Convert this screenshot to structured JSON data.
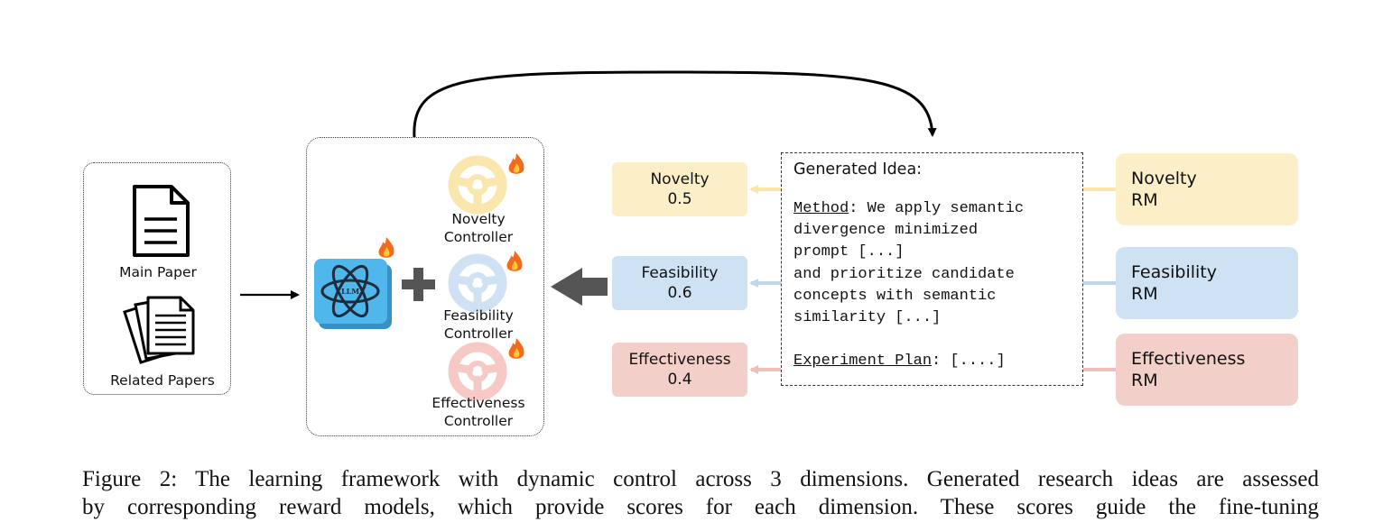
{
  "colors": {
    "novelty": "#fcefc8",
    "feasibility": "#cfe2f3",
    "effectiveness": "#f2cfc9",
    "llm": "#4fb7ec",
    "arrow_gray": "#555555",
    "flame": "#f26a1b"
  },
  "inputs": {
    "main_paper": "Main Paper",
    "related_papers": "Related Papers"
  },
  "model": {
    "llm_badge": "LLM",
    "controllers": [
      {
        "line1": "Novelty",
        "line2": "Controller"
      },
      {
        "line1": "Feasibility",
        "line2": "Controller"
      },
      {
        "line1": "Effectiveness",
        "line2": "Controller"
      }
    ]
  },
  "scores": [
    {
      "name": "Novelty",
      "value": "0.5"
    },
    {
      "name": "Feasibility",
      "value": "0.6"
    },
    {
      "name": "Effectiveness",
      "value": "0.4"
    }
  ],
  "idea": {
    "title": "Generated Idea:",
    "method_label": "Method",
    "method_text_1": ": We apply semantic",
    "line2": "divergence minimized",
    "line3": "prompt [...]",
    "line4": "and prioritize candidate",
    "line5": "concepts with semantic",
    "line6": "similarity [...]",
    "plan_label": "Experiment Plan",
    "plan_text": ": [....]"
  },
  "reward_models": [
    {
      "name": "Novelty",
      "suffix": "RM"
    },
    {
      "name": "Feasibility",
      "suffix": "RM"
    },
    {
      "name": "Effectiveness",
      "suffix": "RM"
    }
  ],
  "icons": [
    "document-icon",
    "papers-stack-icon",
    "llm-atom-icon",
    "plus-icon",
    "steering-wheel-icon",
    "flame-icon",
    "neural-network-icon"
  ],
  "caption": {
    "line1": "Figure 2: The learning framework with dynamic control across 3 dimensions. Generated research ideas are assessed",
    "line2": "by corresponding reward models, which provide scores for each dimension. These scores guide the fine-tuning"
  }
}
